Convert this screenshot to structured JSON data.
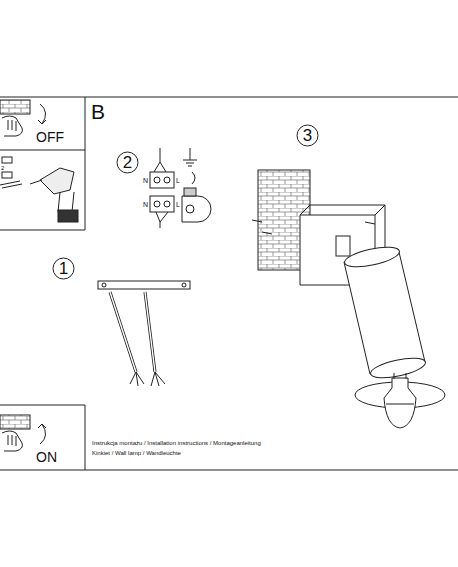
{
  "diagram": {
    "nodes": [
      {
        "text": [
          "3"
        ]
      },
      {
        "text": [
          "2"
        ]
      },
      {
        "text": [
          "1"
        ]
      }
    ],
    "labels": [
      "B",
      "OFF",
      "2",
      "N",
      "L",
      "N",
      "L",
      "ON",
      "Instrukcja montażu / Installation instructions / Montageanleitung",
      "Kinkiet / Wall lamp / Wandleuchte"
    ]
  }
}
